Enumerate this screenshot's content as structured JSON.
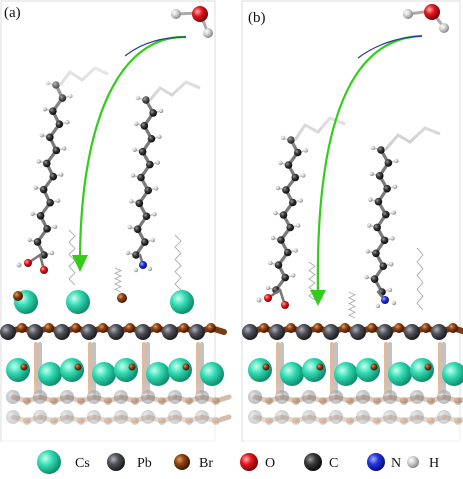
{
  "panels": [
    {
      "label": "(a)"
    },
    {
      "label": "(b)"
    }
  ],
  "legend": [
    {
      "label": "Cs",
      "color": "#2fd9b0",
      "icon": "cs-atom-icon"
    },
    {
      "label": "Pb",
      "color": "#4a4b52",
      "icon": "pb-atom-icon"
    },
    {
      "label": "Br",
      "color": "#8a3d10",
      "icon": "br-atom-icon"
    },
    {
      "label": "O",
      "color": "#e0141c",
      "icon": "o-atom-icon"
    },
    {
      "label": "C",
      "color": "#222222",
      "icon": "c-atom-icon"
    },
    {
      "label": "N",
      "color": "#1f2fd8",
      "icon": "n-atom-icon"
    },
    {
      "label": "H",
      "color": "#b8b8b8",
      "icon": "h-atom-icon"
    }
  ],
  "colors": {
    "arrow_green": "#33cc1a",
    "arrow_blue": "#2a3aa0",
    "carbon": "#4b4b4b",
    "hydrogen": "#d4d4d4",
    "oxygen": "#e0141c",
    "nitrogen": "#1f2fd8",
    "cesium": "#2fd9b0",
    "lead": "#4a4b52",
    "bromine": "#8a3d10"
  }
}
